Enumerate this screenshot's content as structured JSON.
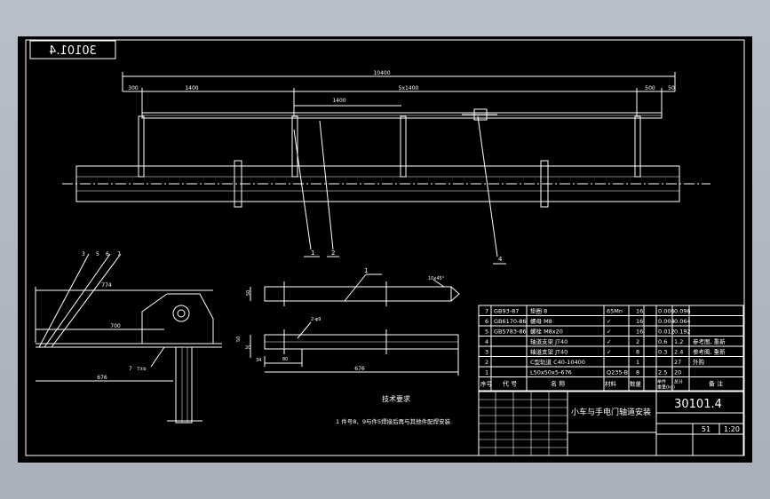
{
  "drawing_number": "30101.4",
  "title_block_name": "小车与手电门轴道安装",
  "scale": "1:20",
  "sheet_code": "51",
  "tech_req_title": "技术要求",
  "tech_req_item": "1  件号8、9与件5焊接后再与其他件配焊安装.",
  "dimensions": {
    "overall": "10400",
    "left_end": "300",
    "span_1": "1400",
    "span_series": "5x1400",
    "span_inner": "1400",
    "right_span": "500",
    "right_end": "50",
    "detail_774": "774",
    "detail_700": "700",
    "detail_676": "676",
    "detail_b_676": "676",
    "detail_b_80": "80",
    "detail_b_34": "34",
    "detail_b_50": "50",
    "detail_b_20": "20",
    "detail_a_50": "50",
    "holes": "2-φ9",
    "chamfer": "10x45°",
    "gap": "7±b"
  },
  "balloons": {
    "b1": "1",
    "b2": "2",
    "b4": "4",
    "b3": "3",
    "b5": "5",
    "b6": "6",
    "b7": "7",
    "b_top": "1",
    "b7_low": "7"
  },
  "bom": [
    {
      "no": "7",
      "code": "GB93-87",
      "name": "垫圈  8",
      "mat": "65Mn",
      "qty": "16",
      "unit": "0.006",
      "total": "0.096",
      "note": ""
    },
    {
      "no": "6",
      "code": "GB6170-86",
      "name": "螺母  M8",
      "mat": "✓",
      "qty": "16",
      "unit": "0.004",
      "total": "0.064",
      "note": ""
    },
    {
      "no": "5",
      "code": "GB5783-86",
      "name": "螺栓  M8x20",
      "mat": "✓",
      "qty": "16",
      "unit": "0.012",
      "total": "0.192",
      "note": ""
    },
    {
      "no": "4",
      "code": "",
      "name": "轴道支架  JT40",
      "mat": "✓",
      "qty": "2",
      "unit": "0.6",
      "total": "1.2",
      "note": "参考图, 重新"
    },
    {
      "no": "3",
      "code": "",
      "name": "轴道支架  JT40",
      "mat": "✓",
      "qty": "8",
      "unit": "0.3",
      "total": "2.4",
      "note": "参考图, 重新"
    },
    {
      "no": "2",
      "code": "",
      "name": "C型轨道  C40-10400",
      "mat": "",
      "qty": "1",
      "unit": "",
      "total": "27",
      "note": "外购"
    },
    {
      "no": "1",
      "code": "",
      "name": "L50x50x5-676",
      "mat": "Q235-B",
      "qty": "8",
      "unit": "2.5",
      "total": "20",
      "note": ""
    }
  ],
  "bom_header": {
    "no": "序号",
    "code": "代  号",
    "name": "名  称",
    "mat": "材料",
    "qty": "数量",
    "unit": "单件",
    "total": "总计",
    "weight": "重量(kg)",
    "note": "备  注"
  }
}
